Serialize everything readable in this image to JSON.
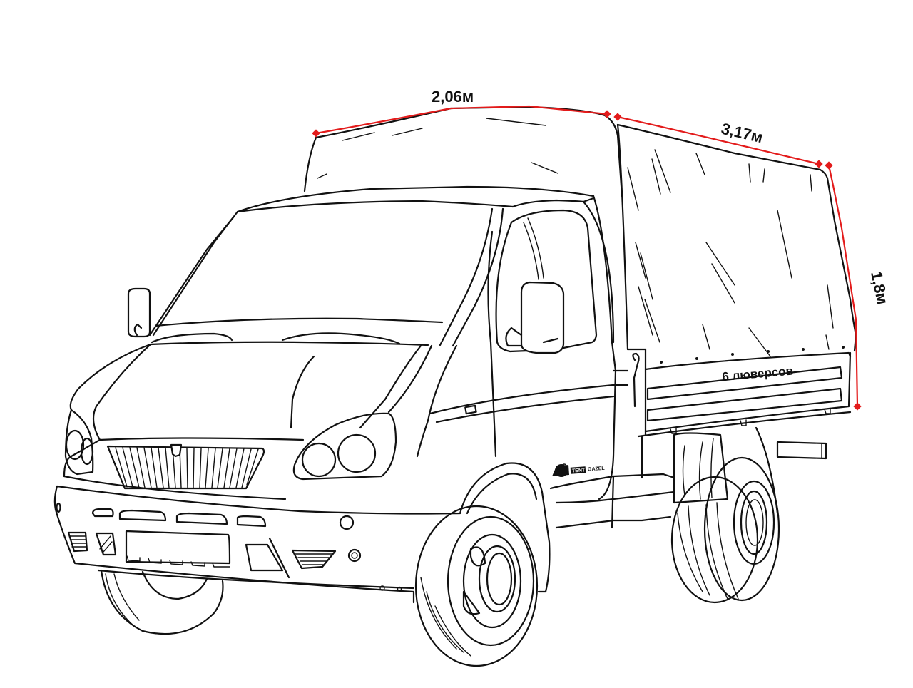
{
  "diagram": {
    "subject": "Gazelle truck with tarpaulin awning (line drawing)",
    "colors": {
      "line": "#111111",
      "dimension": "#e31b1b",
      "background": "#ffffff"
    },
    "dimensions": {
      "width_label": "2,06м",
      "length_label": "3,17м",
      "height_label": "1,8м"
    },
    "annotations": {
      "eyelets_label": "6 люверсов"
    },
    "logo": {
      "tag": "TENT",
      "name": "GAZEL"
    }
  }
}
